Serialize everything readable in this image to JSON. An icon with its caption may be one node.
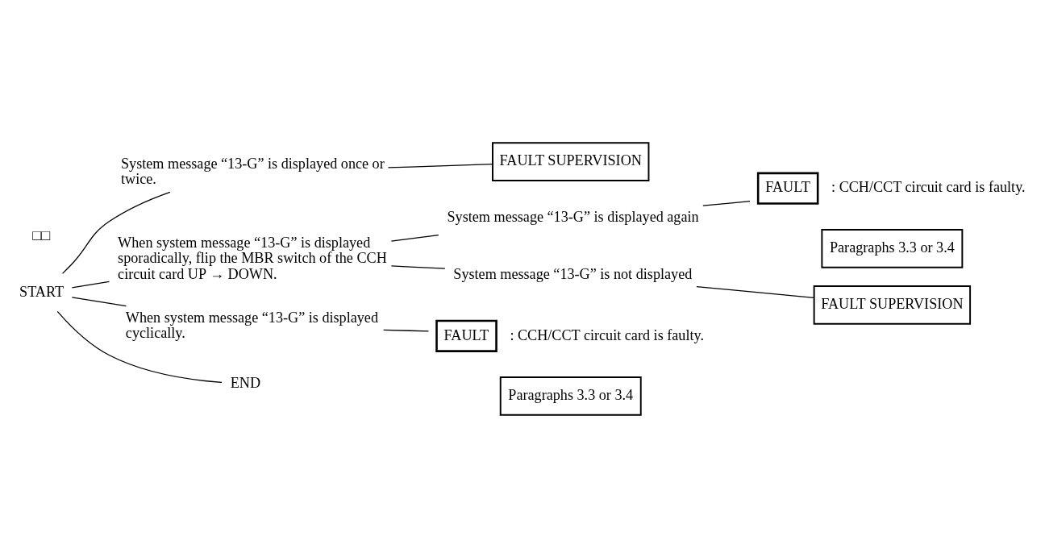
{
  "diagram": {
    "nodes": [
      {
        "text": [
          "START"
        ]
      },
      {
        "text": [
          "System message “13-G” is displayed once or twice."
        ]
      },
      {
        "text": [
          "FAULT SUPERVISION"
        ]
      },
      {
        "text": [
          "When system message “13-G” is displayed sporadically, flip the MBR switch of the CCH circuit card UP → DOWN."
        ]
      },
      {
        "text": [
          "System message “13-G” is displayed again"
        ]
      },
      {
        "text": [
          "FAULT"
        ],
        "beside": [
          ": CCH/CCT circuit card is faulty."
        ]
      },
      {
        "text": [
          "Paragraphs 3.3 or 3.4"
        ]
      },
      {
        "text": [
          "System message “13-G” is not displayed"
        ]
      },
      {
        "text": [
          "FAULT SUPERVISION"
        ]
      },
      {
        "text": [
          "When system message “13-G” is displayed cyclically."
        ]
      },
      {
        "text": [
          "FAULT"
        ],
        "beside": [
          ": CCH/CCT circuit card is faulty."
        ]
      },
      {
        "text": [
          "Paragraphs 3.3 or 3.4"
        ]
      },
      {
        "text": [
          "END"
        ]
      }
    ],
    "edges": [
      {
        "from": 0,
        "to": 1,
        "arrow": "none"
      },
      {
        "from": 0,
        "to": 3,
        "arrow": "none"
      },
      {
        "from": 0,
        "to": 9,
        "arrow": "none"
      },
      {
        "from": 0,
        "to": 12,
        "arrow": "none"
      },
      {
        "from": 1,
        "to": 2,
        "arrow": "none"
      },
      {
        "from": 3,
        "to": 4,
        "arrow": "none"
      },
      {
        "from": 3,
        "to": 7,
        "arrow": "none"
      },
      {
        "from": 4,
        "to": 5,
        "arrow": "none"
      },
      {
        "from": 7,
        "to": 8,
        "arrow": "none"
      },
      {
        "from": 9,
        "to": 10,
        "arrow": "none"
      }
    ],
    "labels": [
      "□□"
    ]
  }
}
